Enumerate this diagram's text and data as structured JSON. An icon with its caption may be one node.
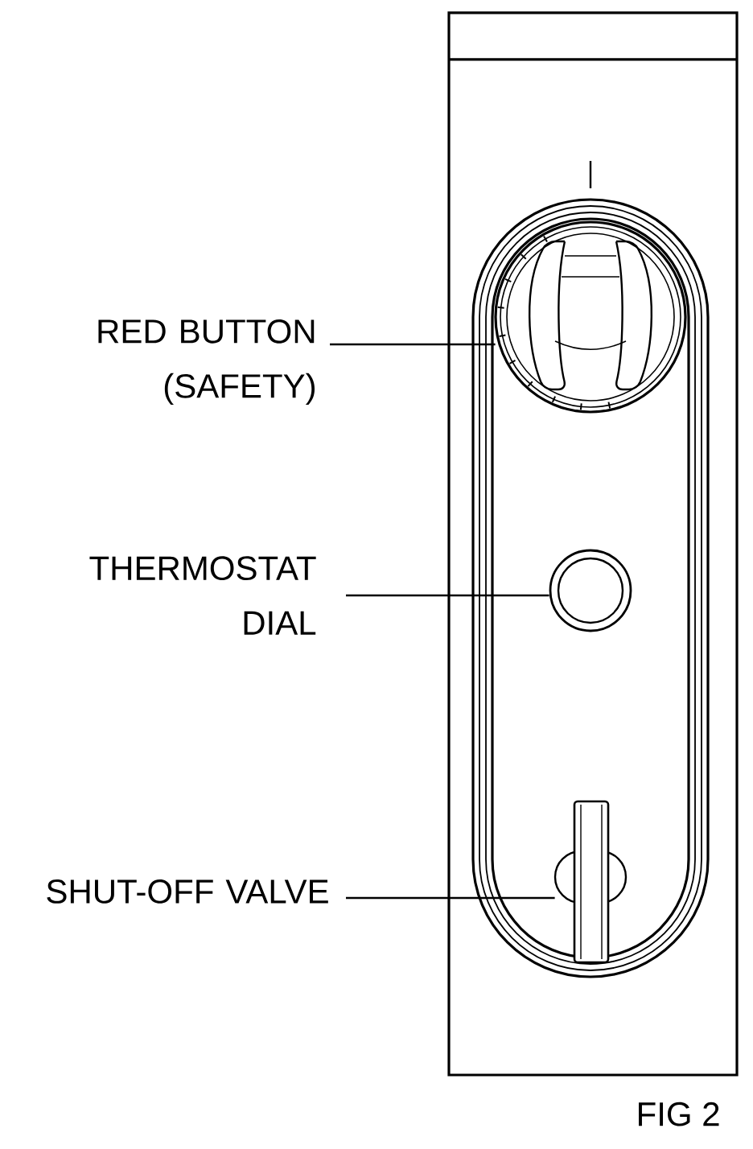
{
  "diagram": {
    "nodes": [
      {
        "text": [
          "RED BUTTON (SAFETY)"
        ]
      },
      {
        "text": [],
        "shape": "picture"
      },
      {
        "text": [
          "THERMOSTAT DIAL"
        ]
      },
      {
        "text": [],
        "shape": "circle"
      },
      {
        "text": [
          "SHUT-OFF VALVE"
        ]
      },
      {
        "text": [],
        "shape": "picture"
      }
    ],
    "edges": [
      {
        "from": 0,
        "to": 1,
        "arrow": "none"
      },
      {
        "from": 2,
        "to": 3,
        "arrow": "none"
      },
      {
        "from": 4,
        "to": 5,
        "arrow": "none"
      }
    ],
    "labels": [
      "FIG 2"
    ]
  }
}
